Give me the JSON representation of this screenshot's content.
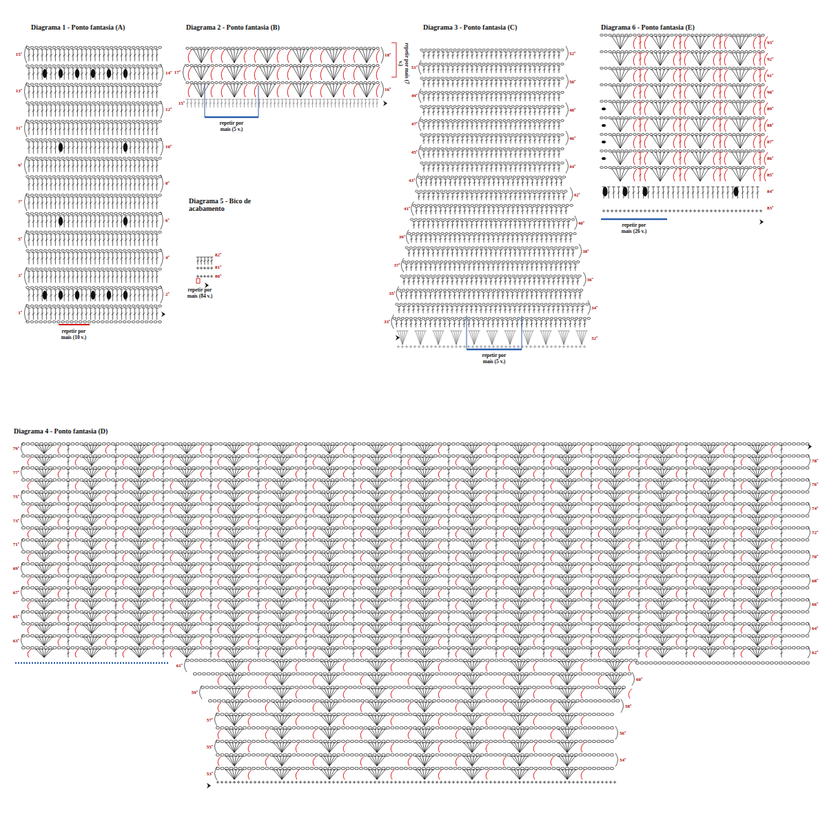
{
  "diagram": {
    "labels": [
      "Diagrama 1 - Ponto fantasia (A)",
      "15º",
      "14º",
      "13º",
      "12º",
      "11º",
      "10º",
      "9º",
      "8º",
      "7º",
      "6º",
      "5º",
      "4º",
      "3º",
      "2º",
      "1º",
      "repetir por mais (10 v.)",
      "Diagrama 2 - Ponto fantasia (B)",
      "18º",
      "17º",
      "16º",
      "15º",
      "repetir por mais (7 v.)",
      "repetir por mais (5 v.)",
      "Diagrama 5 - Bico de acabamento",
      "82º",
      "81º",
      "80º",
      "repetir por mais (84 v.)",
      "Diagrama 3 - Ponto fantasia (C)",
      "52º",
      "51º",
      "50º",
      "49º",
      "48º",
      "47º",
      "46º",
      "45º",
      "44º",
      "43º",
      "42º",
      "41º",
      "40º",
      "39º",
      "38º",
      "37º",
      "36º",
      "35º",
      "34º",
      "33º",
      "32º",
      "repetir por mais (5 v.)",
      "Diagrama 6 - Ponto fantasia (E)",
      "93º",
      "92º",
      "91º",
      "90º",
      "89º",
      "88º",
      "87º",
      "86º",
      "85º",
      "84º",
      "83º",
      "repetir por mais (26 v.)",
      "Diagrama 4 - Ponto fantasia (D)",
      "79º",
      "78º",
      "77º",
      "76º",
      "75º",
      "74º",
      "73º",
      "72º",
      "71º",
      "70º",
      "69º",
      "68º",
      "67º",
      "66º",
      "65º",
      "64º",
      "63º",
      "62º",
      "61º",
      "60º",
      "59º",
      "58º",
      "57º",
      "56º",
      "55º",
      "54º",
      "53º"
    ]
  }
}
